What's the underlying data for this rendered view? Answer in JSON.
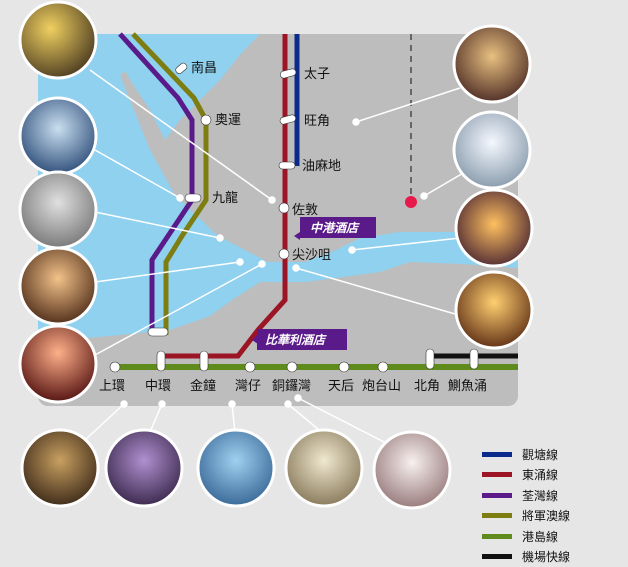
{
  "stations": {
    "nam_cheong": "南昌",
    "austin": "奧運",
    "kowloon": "九龍",
    "prince_edward": "太子",
    "mong_kok": "旺角",
    "yau_ma_tei": "油麻地",
    "jordan": "佐敦",
    "tsim_sha_tsui": "尖沙咀",
    "sheung_wan": "上環",
    "central": "中環",
    "admiralty": "金鐘",
    "wan_chai": "灣仔",
    "causeway_bay": "銅鑼灣",
    "tin_hau": "天后",
    "fortress_hill": "炮台山",
    "north_point": "北角",
    "quarry_bay": "鰂魚涌"
  },
  "hotels": {
    "hotel_1": "中港酒店",
    "hotel_2": "比華利酒店"
  },
  "legend": [
    {
      "label": "觀塘線",
      "color": "#0b2b8c"
    },
    {
      "label": "東涌線",
      "color": "#9b1525"
    },
    {
      "label": "荃灣線",
      "color": "#5a1a8a"
    },
    {
      "label": "將軍澳線",
      "color": "#7d7d12"
    },
    {
      "label": "港島線",
      "color": "#5f8a1c"
    },
    {
      "label": "機場快線",
      "color": "#111111"
    }
  ],
  "colors": {
    "water": "#8fd1ef",
    "land": "#bdbdbd",
    "hotel_tag": "#5a1a8a",
    "marker": "#e8194a"
  }
}
